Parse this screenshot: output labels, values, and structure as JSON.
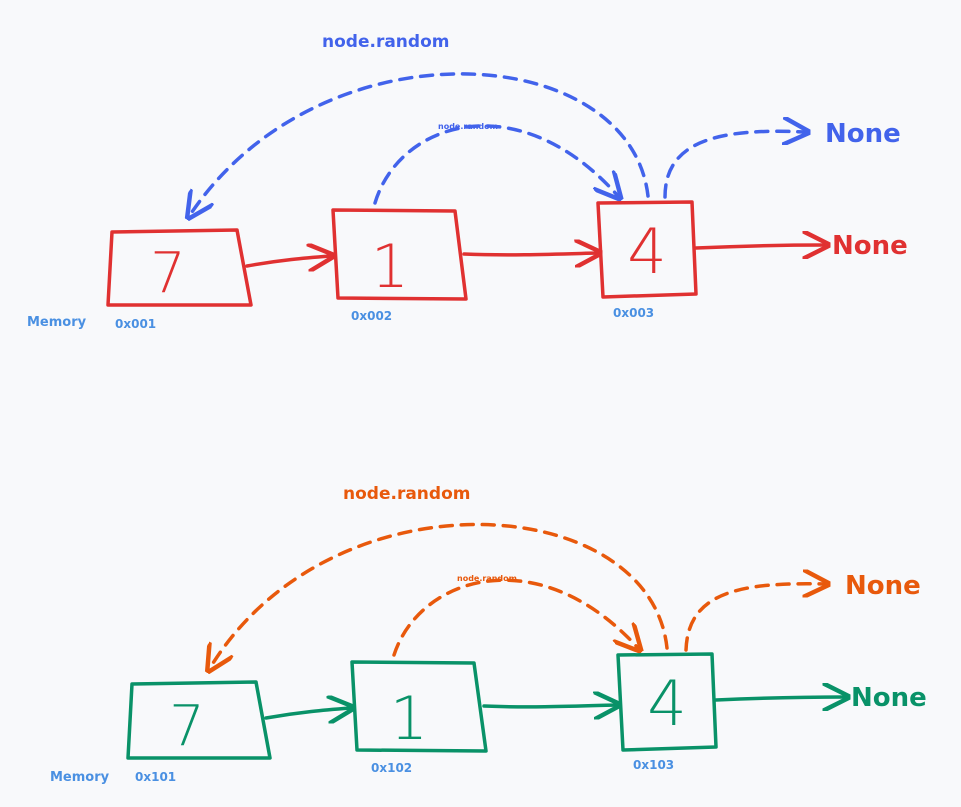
{
  "colors": {
    "background": "#f8f9fb",
    "orig_node": "#e03131",
    "orig_pointer": "#4263eb",
    "orig_memory": "#4a90e2",
    "copy_node": "#099268",
    "copy_pointer": "#e8590c",
    "copy_memory": "#4a90e2"
  },
  "original": {
    "memory_label": "Memory",
    "nodes": [
      {
        "value": "7",
        "address": "0x001"
      },
      {
        "value": "1",
        "address": "0x002"
      },
      {
        "value": "4",
        "address": "0x003"
      }
    ],
    "next_end": "None",
    "random_end": "None",
    "random_label_big": "node.random",
    "random_label_small": "node.random"
  },
  "copy": {
    "memory_label": "Memory",
    "nodes": [
      {
        "value": "7",
        "address": "0x101"
      },
      {
        "value": "1",
        "address": "0x102"
      },
      {
        "value": "4",
        "address": "0x103"
      }
    ],
    "next_end": "None",
    "random_end": "None",
    "random_label_big": "node.random",
    "random_label_small": "node.random"
  }
}
